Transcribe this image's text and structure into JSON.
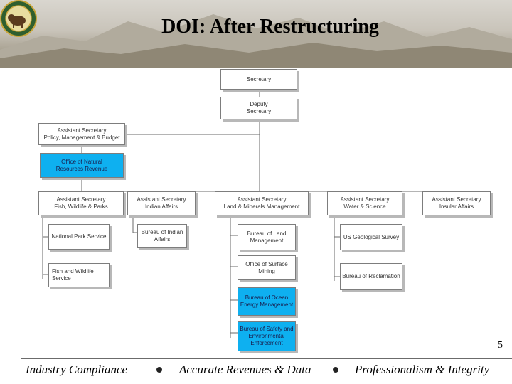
{
  "header": {
    "title": "DOI: After Restructuring"
  },
  "org": {
    "secretary": "Secretary",
    "deputy": "Deputy\nSecretary",
    "as_pmb": "Assistant Secretary\nPolicy, Management & Budget",
    "onrr": "Office of Natural\nResources Revenue",
    "as_fwp": "Assistant Secretary\nFish, Wildlife & Parks",
    "as_ia": "Assistant Secretary\nIndian Affairs",
    "as_lmm": "Assistant Secretary\nLand & Minerals Management",
    "as_ws": "Assistant Secretary\nWater & Science",
    "as_insular": "Assistant Secretary\nInsular Affairs",
    "nps": "National Park Service",
    "fws": "Fish and Wildlife Service",
    "bia": "Bureau of Indian\nAffairs",
    "blm": "Bureau of Land\nManagement",
    "osm": "Office of Surface\nMining",
    "boem": "Bureau of Ocean\nEnergy Management",
    "bsee": "Bureau of Safety and\nEnvironmental\nEnforcement",
    "usgs": "US Geological Survey",
    "bor": "Bureau of Reclamation"
  },
  "page_number": "5",
  "footer": {
    "item1": "Industry Compliance",
    "item2": "Accurate Revenues & Data",
    "item3": "Professionalism & Integrity"
  },
  "colors": {
    "highlight": "#0eb0f0",
    "box_border": "#7d7d7d"
  }
}
